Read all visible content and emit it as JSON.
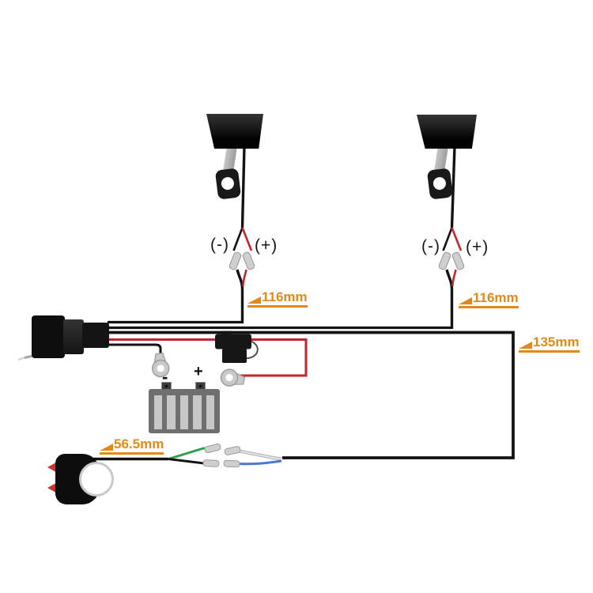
{
  "diagram": {
    "type": "wiring-harness-diagram",
    "lights": [
      {
        "name": "fog-light-1",
        "neg_label": "(-)",
        "pos_label": "(+)",
        "lead_length": "116mm"
      },
      {
        "name": "fog-light-2",
        "neg_label": "(-)",
        "pos_label": "(+)",
        "lead_length": "116mm"
      }
    ],
    "battery": {
      "neg_label": "-",
      "pos_label": "+"
    },
    "dimensions": {
      "light1": "116mm",
      "light2": "116mm",
      "main_harness": "135mm",
      "switch_lead": "56.5mm"
    },
    "components": [
      "relay-block",
      "fuse-holder",
      "battery",
      "ring-terminal-negative",
      "ring-terminal-positive",
      "handlebar-switch",
      "bullet-connectors"
    ],
    "colors": {
      "wire_black": "#131313",
      "wire_red": "#c2272d",
      "wire_green": "#2fa14e",
      "wire_blue": "#4a78d4",
      "wire_white": "#e6e6e6",
      "dimension_orange": "#e2891b",
      "switch_red": "#cf3227",
      "connector_gray": "#cfcfcf",
      "battery_gray": "#6f6f6f"
    }
  }
}
